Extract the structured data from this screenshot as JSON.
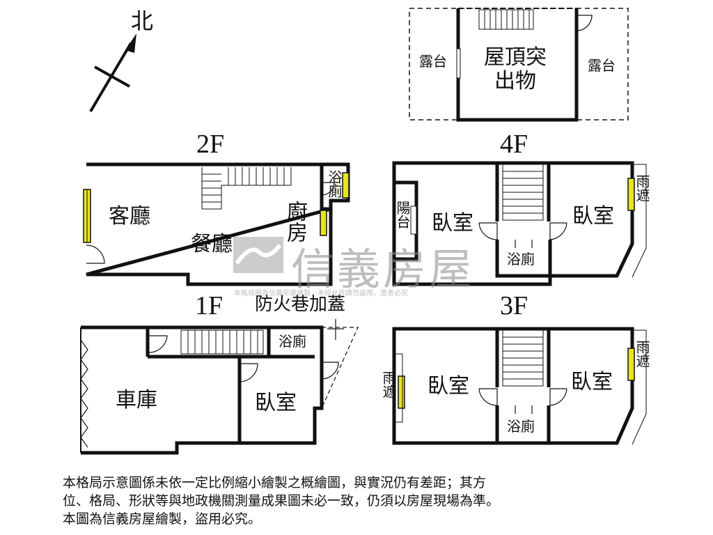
{
  "compass": {
    "north_label": "北"
  },
  "roof": {
    "structure_label": "屋頂突出物",
    "terrace_left": "露台",
    "terrace_right": "露台"
  },
  "floor2": {
    "title": "2F",
    "living": "客廳",
    "dining": "餐廳",
    "kitchen": "廚房",
    "bath": "浴廁"
  },
  "floor4": {
    "title": "4F",
    "balcony": "陽台",
    "bedroom_left": "臥室",
    "bedroom_right": "臥室",
    "bath": "浴廁",
    "canopy": "雨遮"
  },
  "floor1": {
    "title": "1F",
    "garage": "車庫",
    "bedroom": "臥室",
    "bath": "浴廁",
    "annex": "防火巷加蓋"
  },
  "floor3": {
    "title": "3F",
    "bedroom_left": "臥室",
    "bedroom_right": "臥室",
    "bath": "浴廁",
    "canopy_left": "雨遮",
    "canopy_right": "雨遮"
  },
  "watermark": {
    "brand": "信義房屋",
    "notice": "本格局圖為信義房屋繪製，未經允許請勿盜用，違者必究"
  },
  "footnote": {
    "line1": "本格局示意圖係未依一定比例縮小繪製之概繪圖，與實況仍有差距；其方",
    "line2": "位、格局、形狀等與地政機關測量成果圖未必一致，仍須以房屋現場為準。",
    "line3": "本圖為信義房屋繪製，盜用必究。"
  },
  "colors": {
    "wall": "#111111",
    "window": "#e6e61e",
    "watermark": "#9a9a9a"
  }
}
